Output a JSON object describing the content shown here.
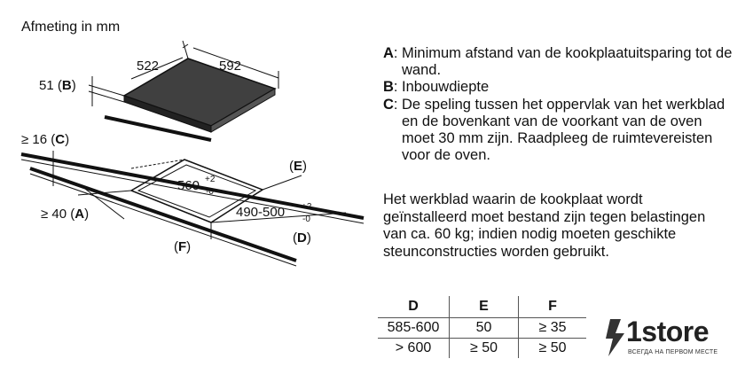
{
  "title": "Afmeting in mm",
  "diagram": {
    "width_label": "522",
    "depth_label": "592",
    "b_value": "51",
    "b_key": "B",
    "c_prefix": "≥ 16",
    "c_key": "C",
    "a_prefix": "≥ 40",
    "a_key": "A",
    "e_key": "E",
    "d_key": "D",
    "f_key": "F",
    "cutout_width": "560",
    "cutout_width_tol_plus": "+2",
    "cutout_width_tol_minus": "-0",
    "cutout_depth": "490-500",
    "cutout_depth_tol_plus": "+2",
    "cutout_depth_tol_minus": "-0"
  },
  "legend": [
    {
      "key": "A",
      "text": "Minimum afstand van de kookplaatuitsparing tot de wand."
    },
    {
      "key": "B",
      "text": "Inbouwdiepte"
    },
    {
      "key": "C",
      "text": "De speling tussen het oppervlak van het werkblad en de bovenkant van de voorkant van de oven moet 30 mm zijn. Raadpleeg de ruimtevereisten voor de oven."
    }
  ],
  "note": "Het werkblad waarin de kookplaat wordt geïnstalleerd moet bestand zijn tegen belastingen van ca. 60 kg; indien nodig moeten geschikte steunconstructies worden gebruikt.",
  "table": {
    "headers": [
      "D",
      "E",
      "F"
    ],
    "rows": [
      [
        "585-600",
        "50",
        "≥ 35"
      ],
      [
        "> 600",
        "≥ 50",
        "≥ 50"
      ]
    ]
  },
  "brand": {
    "name": "1store",
    "tagline": "ВСЕГДА НА ПЕРВОМ МЕСТЕ",
    "icon": "lightning-bolt-icon"
  }
}
